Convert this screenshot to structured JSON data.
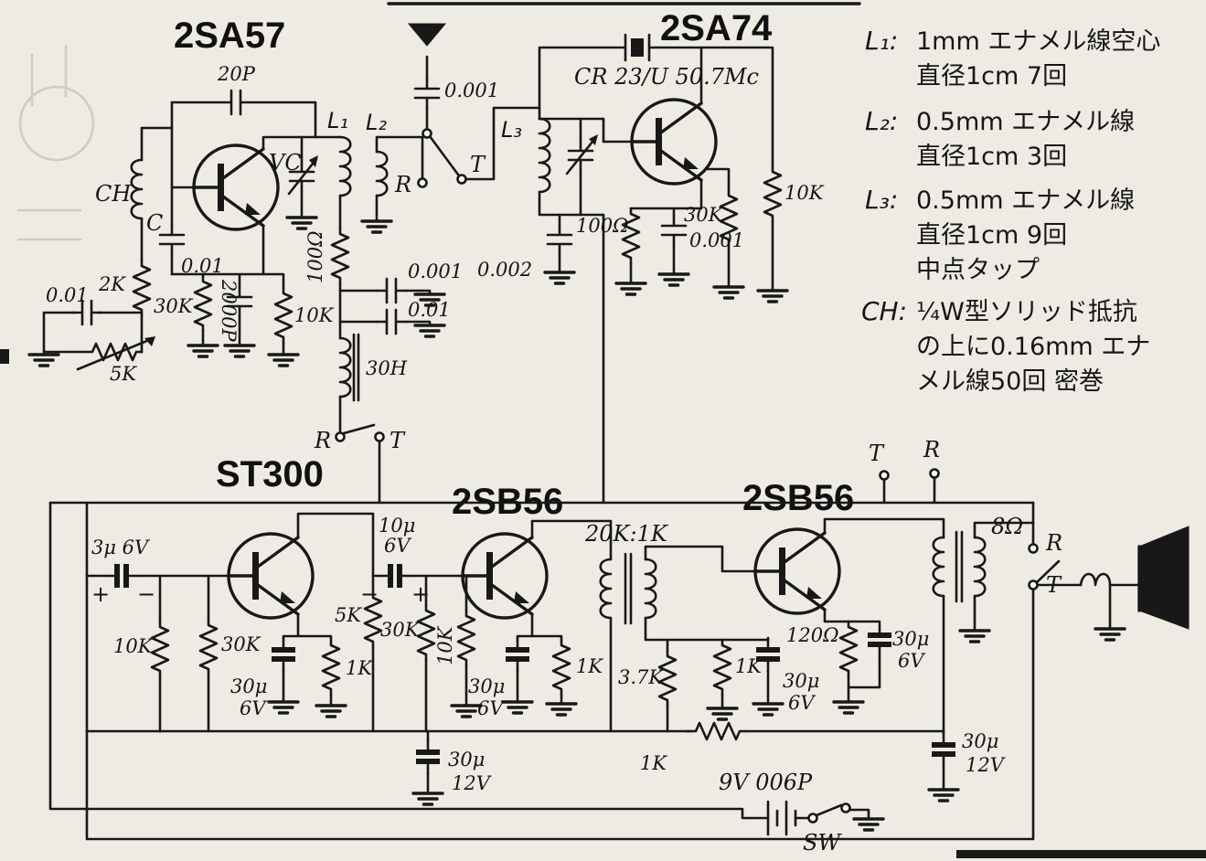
{
  "titles": {
    "stage1": "2SA57",
    "stage2": "2SA74",
    "stage3": "ST300",
    "stage4": "2SB56",
    "stage5": "2SB56"
  },
  "rf": {
    "cap_20p": "20P",
    "coil_ch": "CH",
    "cap_c_name": "C",
    "cap_c_val": "0.01",
    "res_2k": "2K",
    "cap_in": "0.01",
    "res_30k": "30K",
    "cap_2000p": "2000P",
    "res_10k": "10K",
    "pot_5k": "5K",
    "vc": "VC",
    "l1": "L₁",
    "l2": "L₂",
    "res_100": "100Ω",
    "cap_a": "0.001",
    "cap_b": "0.01",
    "choke": "30H",
    "sw1_r": "R",
    "sw1_t": "T",
    "sw2_r": "R",
    "sw2_t": "T",
    "ant_cap": "0.001"
  },
  "osc": {
    "crystal": "CR 23/U 50.7Mc",
    "l3": "L₃",
    "cap_0002": "0.002",
    "res_100": "100Ω",
    "cap_0001": "0.001",
    "res_30k": "30K",
    "res_10k": "10K"
  },
  "notes": [
    {
      "term": "L₁:",
      "lines": [
        "1mm エナメル線空心",
        "直径1cm 7回"
      ]
    },
    {
      "term": "L₂:",
      "lines": [
        "0.5mm エナメル線",
        "直径1cm 3回"
      ]
    },
    {
      "term": "L₃:",
      "lines": [
        "0.5mm エナメル線",
        "直径1cm 9回",
        "中点タップ"
      ]
    },
    {
      "term": "CH:",
      "lines": [
        "¼W型ソリッド抵抗",
        "の上に0.16mm エナ",
        "メル線50回 密巻"
      ]
    }
  ],
  "audio": {
    "sw3_t": "T",
    "sw3_r": "R",
    "cap_3u": "3μ 6V",
    "pol_plus": "+",
    "pol_minus": "−",
    "res_10k": "10K",
    "res_30k_a": "30K",
    "cap_30u_a": {
      "v": "30μ",
      "u": "6V"
    },
    "res_1k_a": "1K",
    "res_5k": "5K",
    "cap_10u": {
      "v": "10μ",
      "u": "6V"
    },
    "pol_minus2": "−",
    "pol_plus2": "+",
    "res_30k_b": "30K",
    "res_10k_rot": "10K",
    "cap_30u_b": {
      "v": "30μ",
      "u": "6V"
    },
    "res_1k_b": "1K",
    "xfmr": "20K:1K",
    "res_37k": "3.7K",
    "res_1k_c": "1K",
    "cap_30u_c": {
      "v": "30μ",
      "u": "6V"
    },
    "res_120": "120Ω",
    "cap_30u_d": {
      "v": "30μ",
      "u": "6V"
    },
    "imp_8": "8Ω",
    "sw4_r": "R",
    "sw4_t": "T",
    "cap_30u_e": {
      "v": "30μ",
      "u": "12V"
    },
    "cap_30u_f": {
      "v": "30μ",
      "u": "12V"
    },
    "res_1k_d": "1K",
    "battery": "9V 006P",
    "sw_label": "SW"
  }
}
